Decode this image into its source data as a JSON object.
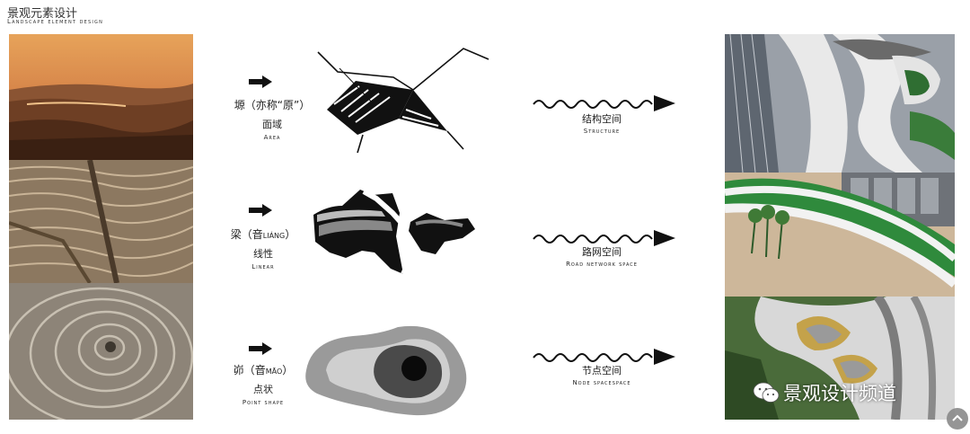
{
  "header": {
    "title_zh": "景观元素设计",
    "title_en": "Landscape element design"
  },
  "rows": [
    {
      "label_zh": "塬（亦称“原”）",
      "sublabel_zh": "面域",
      "sublabel_en": "Area",
      "target_zh": "结构空间",
      "target_en": "Structure"
    },
    {
      "label_zh": "梁（音",
      "label_pinyin": "LIÁNG",
      "label_close": "）",
      "sublabel_zh": "线性",
      "sublabel_en": "Linear",
      "target_zh": "路网空间",
      "target_en": "Road network space"
    },
    {
      "label_zh": "峁（音",
      "label_pinyin": "MĀO",
      "label_close": "）",
      "sublabel_zh": "点状",
      "sublabel_en": "Point shape",
      "target_zh": "节点空间",
      "target_en": "Node spacespace"
    }
  ],
  "watermark": {
    "text": "景观设计频道",
    "icon": "wechat-icon"
  },
  "controls": {
    "scroll_top_icon": "chevron-up-icon"
  },
  "colors": {
    "text": "#222222",
    "arrow": "#111111",
    "plaza_white": "#e8e8e8",
    "grass": "#2f8a3c"
  }
}
